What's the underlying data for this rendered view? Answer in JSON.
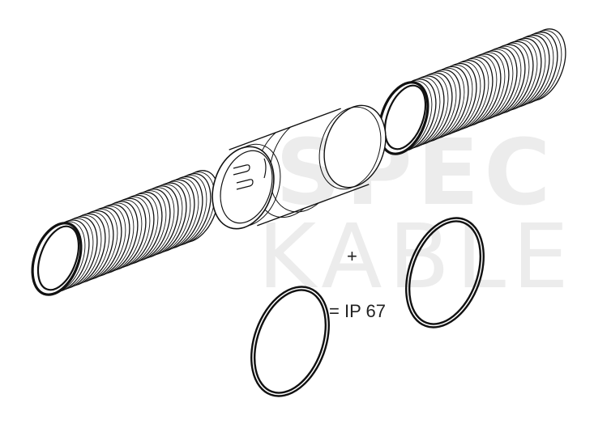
{
  "watermark": {
    "line1": "SPEC",
    "line2": "KABLE"
  },
  "labels": {
    "plus": "+",
    "result": "= IP 67"
  },
  "colors": {
    "line": "#111111",
    "watermark": "#ececec",
    "background": "#ffffff"
  }
}
